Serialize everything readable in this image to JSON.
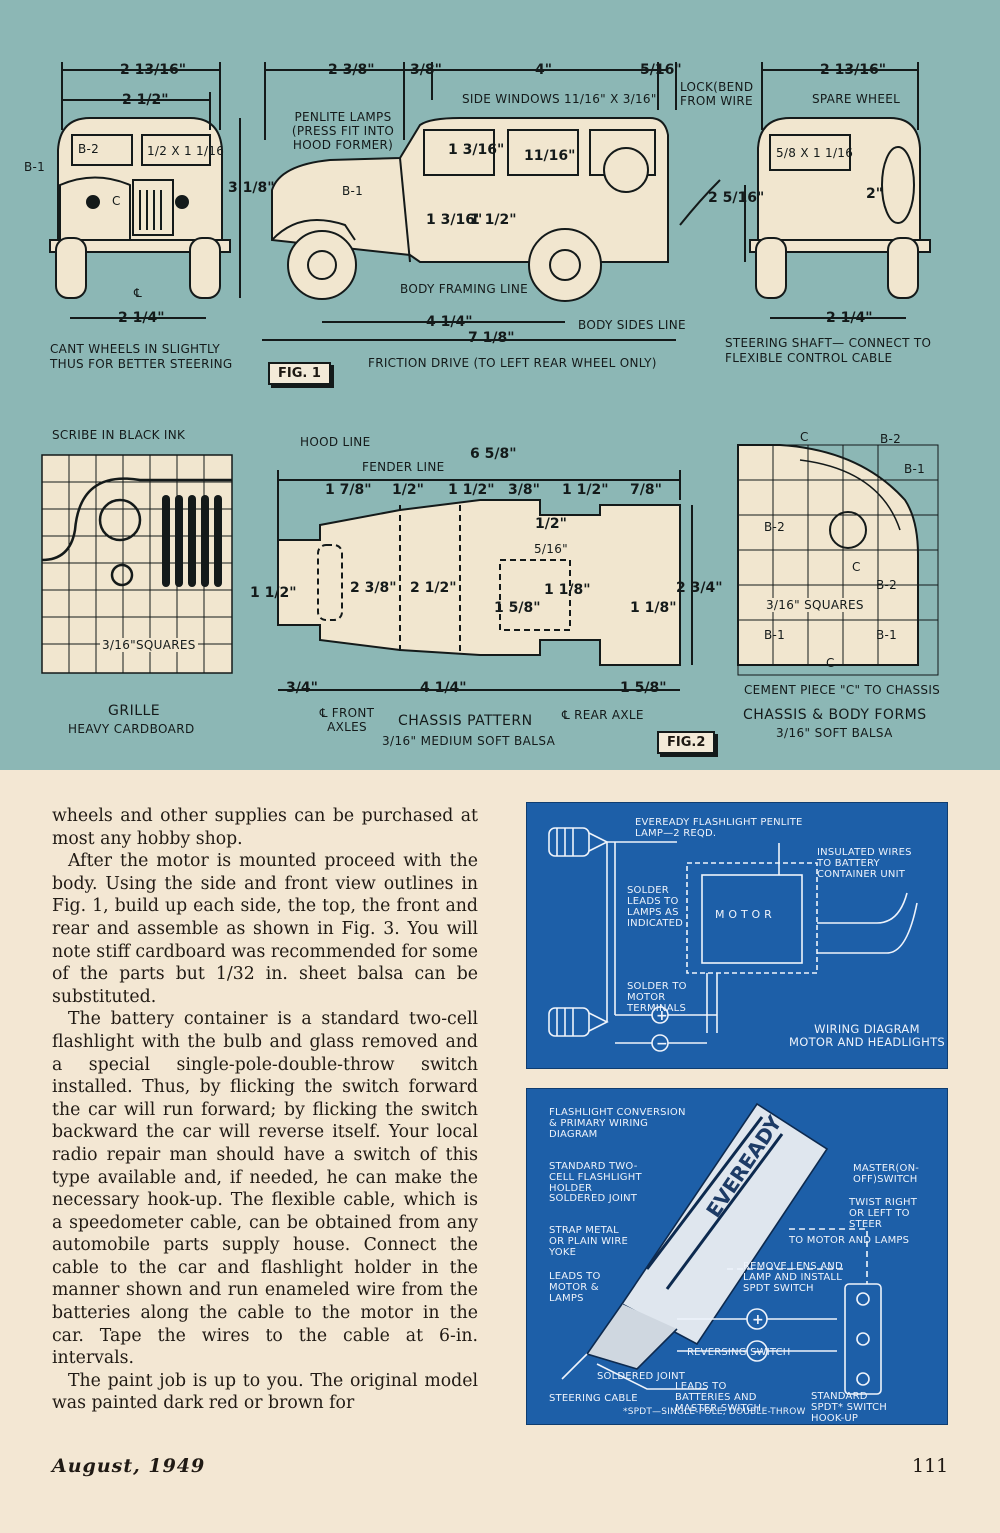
{
  "fig1": {
    "label": "FIG. 1",
    "front_width_top": "2 13/16\"",
    "front_width_inner": "2 1/2\"",
    "front_height": "3 1/8\"",
    "front_axle_width": "2 1/4\"",
    "front_labels": [
      "B-2",
      "B-1",
      "1/2 X 1 1/16",
      "C",
      "℄"
    ],
    "side_dims": [
      "2 3/8\"",
      "3/8\"",
      "4\"",
      "5/16\"",
      "1 3/16\"",
      "11/16\"",
      "1 3/16\"",
      "1 1/2\"",
      "2 5/16\"",
      "4 1/4\"",
      "7 1/8\""
    ],
    "side_window_label": "SIDE WINDOWS 11/16\" X 3/16\"",
    "penlite_label": "PENLITE LAMPS (PRESS FIT INTO HOOD FORMER)",
    "lock_label": "LOCK(BEND FROM WIRE",
    "b1_label": "B-1",
    "body_framing_label": "BODY FRAMING LINE",
    "body_sides_label": "BODY SIDES LINE",
    "friction_label": "FRICTION DRIVE (TO LEFT REAR WHEEL ONLY)",
    "cant_label": "CANT WHEELS IN SLIGHTLY THUS FOR BETTER STEERING",
    "rear_width_top": "2 13/16\"",
    "rear_spare_label": "SPARE WHEEL",
    "rear_window": "5/8 X 1 1/16",
    "rear_height": "2\"",
    "rear_axle_width": "2 1/4\"",
    "steering_label": "STEERING SHAFT— CONNECT TO FLEXIBLE CONTROL CABLE"
  },
  "fig2": {
    "label": "FIG.2",
    "grille_note": "SCRIBE IN BLACK INK",
    "grille_squares": "3/16\"SQUARES",
    "grille_title": "GRILLE",
    "grille_sub": "HEAVY CARDBOARD",
    "hood_line": "HOOD LINE",
    "fender_line": "FENDER LINE",
    "chassis_total": "6 5/8\"",
    "chassis_top_dims": [
      "1 7/8\"",
      "1/2\"",
      "1 1/2\"",
      "3/8\"",
      "1 1/2\"",
      "7/8\""
    ],
    "chassis_inner_dims": [
      "1/2\"",
      "5/16\"",
      "2 3/8\"",
      "2 1/2\"",
      "1 1/8\"",
      "1 5/8\"",
      "1 1/8\"",
      "1 1/2\"",
      "2 3/4\""
    ],
    "chassis_bottom_dims": [
      "3/4\"",
      "4 1/4\"",
      "1 5/8\""
    ],
    "front_axles": "℄ FRONT AXLES",
    "rear_axle": "℄ REAR AXLE",
    "chassis_title": "CHASSIS PATTERN",
    "chassis_sub": "3/16\" MEDIUM SOFT BALSA",
    "forms_labels": [
      "C",
      "B-2",
      "B-1",
      "B-2",
      "C",
      "B-2",
      "3/16\" SQUARES",
      "B-1",
      "B-1",
      "C"
    ],
    "forms_note": "CEMENT PIECE \"C\" TO CHASSIS",
    "forms_title": "CHASSIS & BODY FORMS",
    "forms_sub": "3/16\" SOFT BALSA"
  },
  "article": {
    "paragraphs": [
      "wheels and other supplies can be purchased at most any hobby shop.",
      "After the motor is mounted proceed with the body. Using the side and front view outlines in Fig. 1, build up each side, the top, the front and rear and assemble as shown in Fig. 3. You will note stiff cardboard was recommended for some of the parts but 1/32 in. sheet balsa can be substituted.",
      "The battery container is a standard two-cell flashlight with the bulb and glass removed and a special single-pole-double-throw switch installed. Thus, by flicking the switch forward the car will run forward; by flicking the switch backward the car will reverse itself. Your local radio repair man should have a switch of this type available and, if needed, he can make the necessary hook-up. The flexible cable, which is a speedometer cable, can be obtained from any automobile parts supply house. Connect the cable to the car and flashlight holder in the manner shown and run enameled wire from the batteries along the cable to the motor in the car. Tape the wires to the cable at 6-in. intervals.",
      "The paint job is up to you. The original model was painted dark red or brown for"
    ]
  },
  "wiring": {
    "lamp_label": "EVEREADY FLASHLIGHT PENLITE LAMP—2 REQD.",
    "insulated_label": "INSULATED WIRES TO BATTERY CONTAINER UNIT",
    "solder_lamps": "SOLDER LEADS TO LAMPS AS INDICATED",
    "motor": "M O T O R",
    "solder_motor": "SOLDER TO MOTOR TERMINALS",
    "caption": "WIRING DIAGRAM\nMOTOR AND HEADLIGHTS"
  },
  "flashlight": {
    "title": "FLASHLIGHT CONVERSION & PRIMARY WIRING DIAGRAM",
    "labels": [
      "STANDARD TWO-CELL FLASHLIGHT HOLDER",
      "SOLDERED JOINT",
      "STRAP METAL OR PLAIN WIRE YOKE",
      "LEADS TO MOTOR & LAMPS",
      "MASTER(ON-OFF)SWITCH",
      "TWIST RIGHT OR LEFT TO STEER",
      "TO MOTOR AND LAMPS",
      "REMOVE LENS AND LAMP AND INSTALL SPDT SWITCH",
      "REVERSING SWITCH",
      "SOLDERED JOINT",
      "STEERING CABLE",
      "LEADS TO BATTERIES AND MASTER SWITCH",
      "STANDARD SPDT* SWITCH HOOK-UP",
      "*SPDT—SINGLE-POLE, DOUBLE-THROW"
    ],
    "brand": "EVEREADY"
  },
  "footer": {
    "date": "August, 1949",
    "page": "111"
  }
}
